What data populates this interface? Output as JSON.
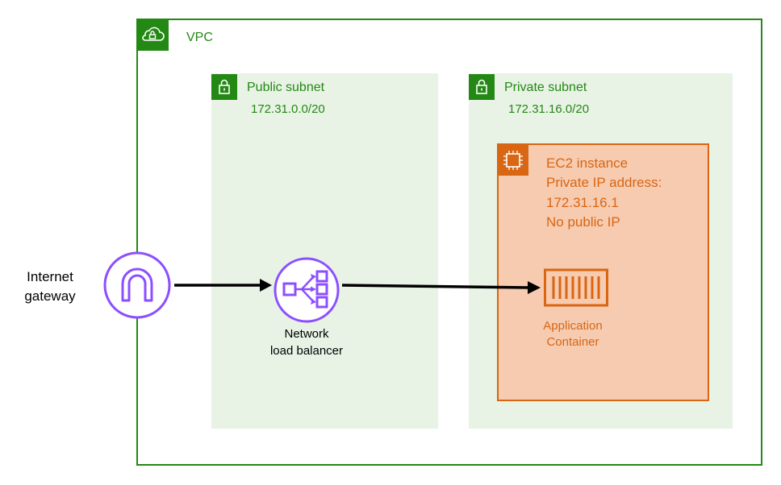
{
  "vpc": {
    "label": "VPC"
  },
  "public_subnet": {
    "title": "Public subnet",
    "cidr": "172.31.0.0/20"
  },
  "private_subnet": {
    "title": "Private subnet",
    "cidr": "172.31.16.0/20"
  },
  "ec2_instance": {
    "lines": [
      "EC2 instance",
      "Private IP address:",
      "172.31.16.1",
      "No public IP"
    ]
  },
  "app_container": {
    "line1": "Application",
    "line2": "Container"
  },
  "internet_gateway": {
    "line1": "Internet",
    "line2": "gateway"
  },
  "load_balancer": {
    "line1": "Network",
    "line2": "load balancer"
  },
  "colors": {
    "vpc_green": "#248814",
    "subnet_fill": "#e8f3e6",
    "ec2_orange": "#d86613",
    "ec2_fill": "#f7cbb0",
    "network_purple": "#8c4fff"
  },
  "icons": [
    "cloud-lock-icon",
    "lock-icon",
    "chip-icon",
    "container-icon",
    "internet-gateway-icon",
    "load-balancer-icon"
  ]
}
